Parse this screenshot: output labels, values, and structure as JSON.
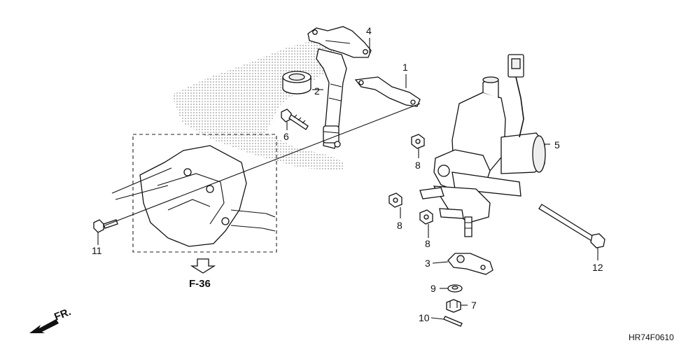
{
  "diagram": {
    "part_numbers": {
      "p1": "1",
      "p2": "2",
      "p3": "3",
      "p4": "4",
      "p5": "5",
      "p6": "6",
      "p7": "7",
      "p8a": "8",
      "p8b": "8",
      "p8c": "8",
      "p9": "9",
      "p10": "10",
      "p11": "11",
      "p12": "12"
    },
    "section_ref": "F-36",
    "front_label": "FR.",
    "drawing_code": "HR74F0610"
  }
}
